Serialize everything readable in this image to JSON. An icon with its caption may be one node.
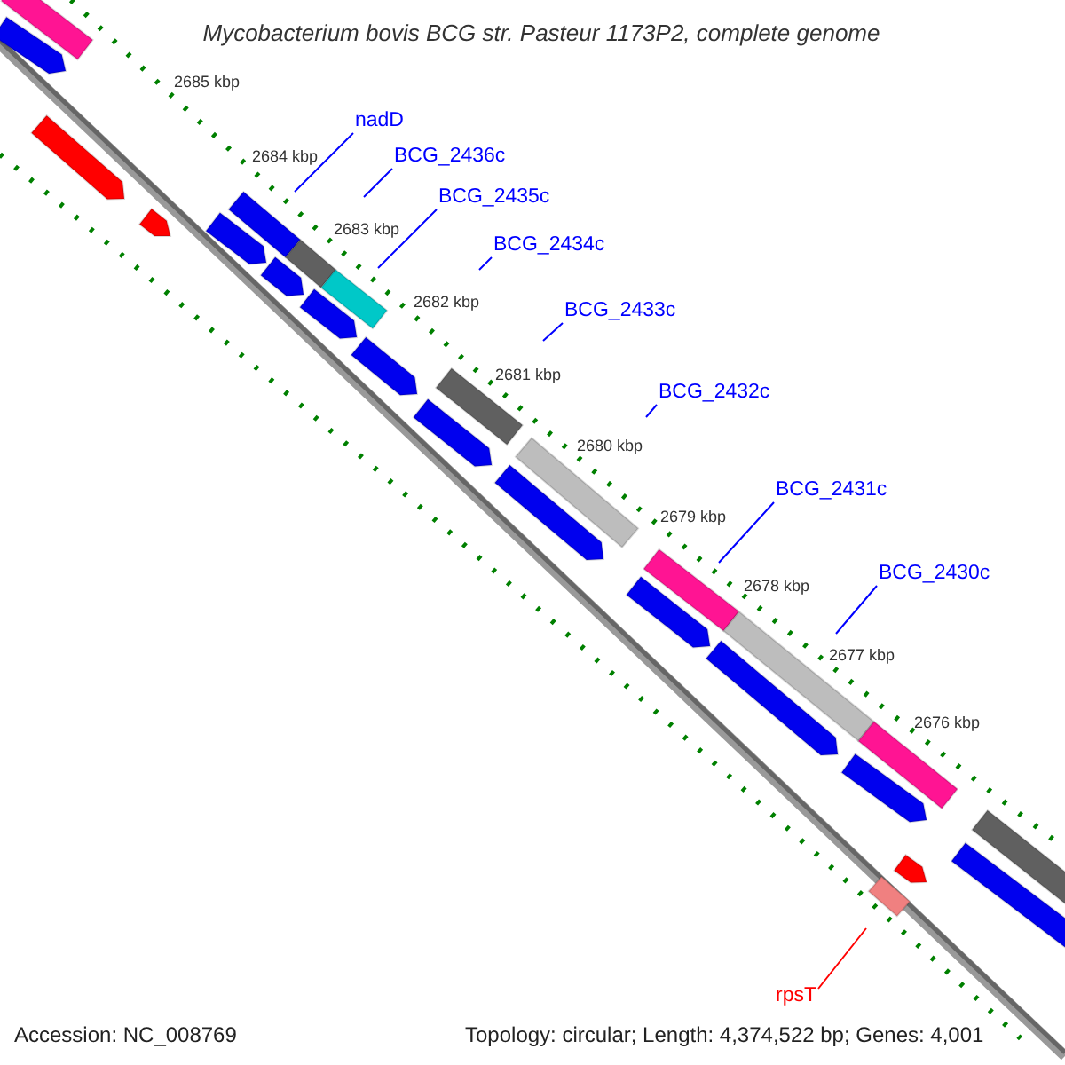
{
  "diagram": {
    "title": "Mycobacterium bovis BCG str. Pasteur 1173P2, complete genome",
    "nodes": [
      {
        "text": [
          "nadD"
        ]
      },
      {
        "text": [
          "BCG_2436c"
        ]
      },
      {
        "text": [
          "BCG_2435c"
        ]
      },
      {
        "text": [
          "BCG_2434c"
        ]
      },
      {
        "text": [
          "BCG_2433c"
        ]
      },
      {
        "text": [
          "BCG_2432c"
        ]
      },
      {
        "text": [
          "BCG_2431c"
        ]
      },
      {
        "text": [
          "BCG_2430c"
        ]
      },
      {
        "text": [
          "rpsT"
        ]
      }
    ],
    "edges": [
      {
        "from": 0,
        "to": null,
        "arrow": "none"
      },
      {
        "from": 1,
        "to": null,
        "arrow": "none"
      },
      {
        "from": 2,
        "to": null,
        "arrow": "none"
      },
      {
        "from": 3,
        "to": null,
        "arrow": "none"
      },
      {
        "from": 4,
        "to": null,
        "arrow": "none"
      },
      {
        "from": 5,
        "to": null,
        "arrow": "none"
      },
      {
        "from": 6,
        "to": null,
        "arrow": "none"
      },
      {
        "from": 7,
        "to": null,
        "arrow": "none"
      },
      {
        "from": 8,
        "to": null,
        "arrow": "none",
        "color": "#ff0000"
      }
    ],
    "labels": [
      "2685 kbp",
      "2684 kbp",
      "2683 kbp",
      "2682 kbp",
      "2681 kbp",
      "2680 kbp",
      "2679 kbp",
      "2678 kbp",
      "2677 kbp",
      "2676 kbp",
      "Accession: NC_008769",
      "Topology: circular; Length: 4,374,522 bp; Genes: 4,001"
    ]
  }
}
